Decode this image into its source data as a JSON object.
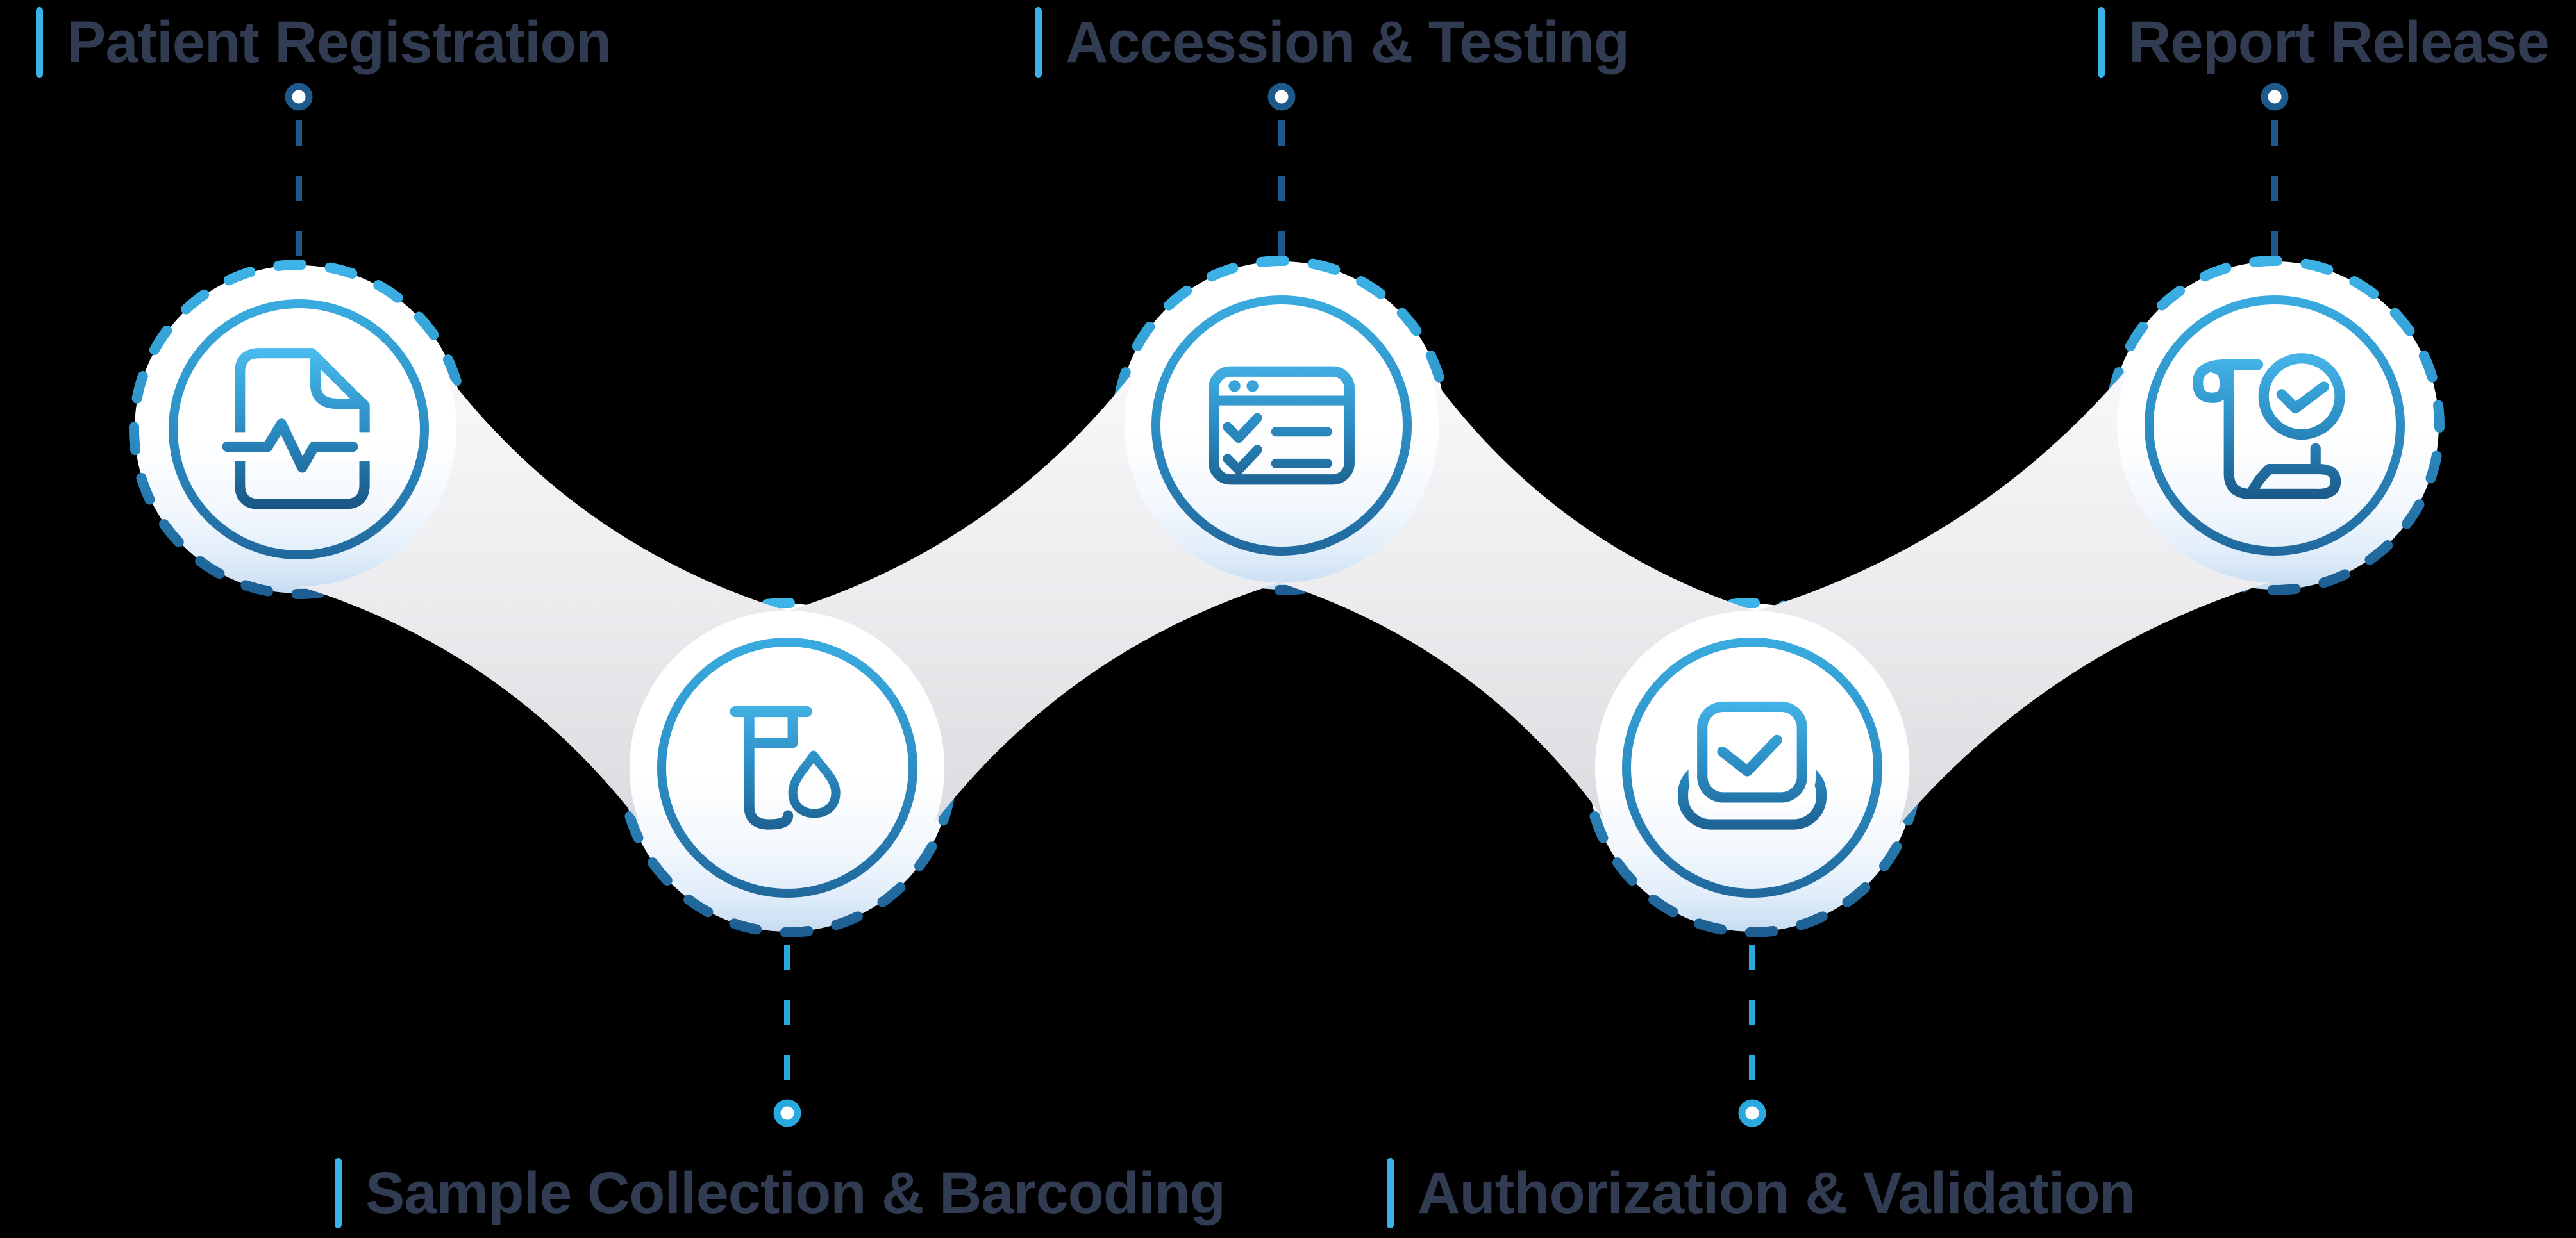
{
  "diagram": {
    "type": "process-flow",
    "background_color": "#000000",
    "steps": [
      {
        "label": "Patient Registration",
        "icon": "document-pulse-icon",
        "label_position": "top"
      },
      {
        "label": "Sample Collection & Barcoding",
        "icon": "test-tube-droplet-icon",
        "label_position": "bottom"
      },
      {
        "label": "Accession & Testing",
        "icon": "browser-checklist-icon",
        "label_position": "top"
      },
      {
        "label": "Authorization & Validation",
        "icon": "ballot-check-icon",
        "label_position": "bottom"
      },
      {
        "label": "Report Release",
        "icon": "scroll-check-icon",
        "label_position": "top"
      }
    ],
    "colors": {
      "accent_light_blue": "#3cb3e8",
      "accent_dark_blue": "#1d5c90",
      "label_text": "#313c52",
      "node_fill": "#ffffff",
      "ribbon_gray": "#e7e7ea"
    }
  }
}
